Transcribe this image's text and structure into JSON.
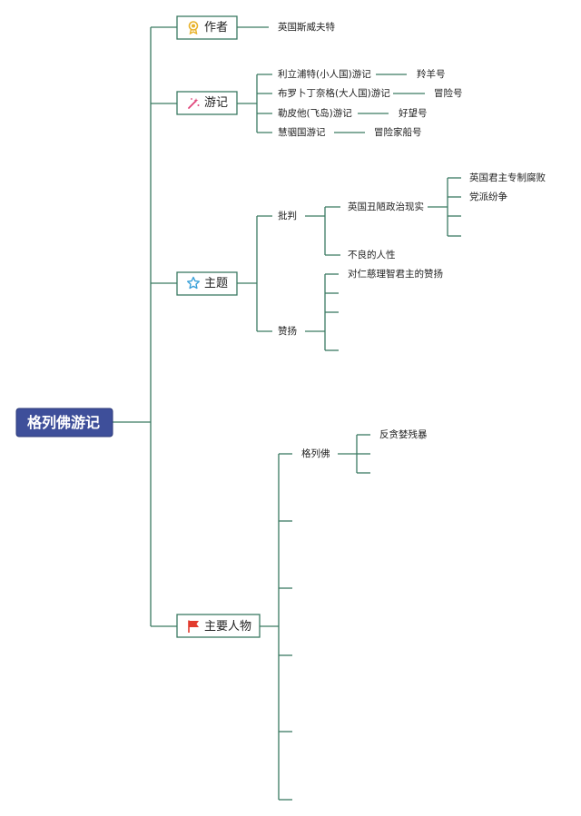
{
  "root": {
    "label": "格列佛游记",
    "color": "#3e4f9a"
  },
  "branches": {
    "author": {
      "label": "作者",
      "icon": "award-medal-icon",
      "children": [
        "英国斯威夫特"
      ]
    },
    "travels": {
      "label": "游记",
      "icon": "magic-wand-icon",
      "items": [
        {
          "name": "利立浦特(小人国)游记",
          "ship": "羚羊号"
        },
        {
          "name": "布罗卜丁奈格(大人国)游记",
          "ship": "冒险号"
        },
        {
          "name": "勒皮他(飞岛)游记",
          "ship": "好望号"
        },
        {
          "name": "慧骃国游记",
          "ship": "冒险家船号"
        }
      ]
    },
    "theme": {
      "label": "主题",
      "icon": "star-outline-icon",
      "criticism": {
        "label": "批判",
        "political": {
          "label": "英国丑陋政治现实",
          "children": [
            "英国君主专制腐败",
            "党派纷争",
            "",
            ""
          ]
        },
        "human_nature": "不良的人性"
      },
      "praise": {
        "label": "赞扬",
        "children": [
          "对仁慈理智君主的赞扬",
          "",
          "",
          ""
        ]
      }
    },
    "characters": {
      "label": "主要人物",
      "icon": "red-flag-icon",
      "gulliver": {
        "label": "格列佛",
        "children": [
          "反贪婪残暴",
          "",
          ""
        ]
      },
      "others": [
        "",
        "",
        "",
        "",
        "",
        ""
      ]
    }
  },
  "colors": {
    "connector": "#3a7a62",
    "root_fill": "#3e4f9a",
    "flag": "#e23b2e",
    "star": "#3aa0d8",
    "medal": "#e8b22a",
    "wand": "#e0457a"
  }
}
